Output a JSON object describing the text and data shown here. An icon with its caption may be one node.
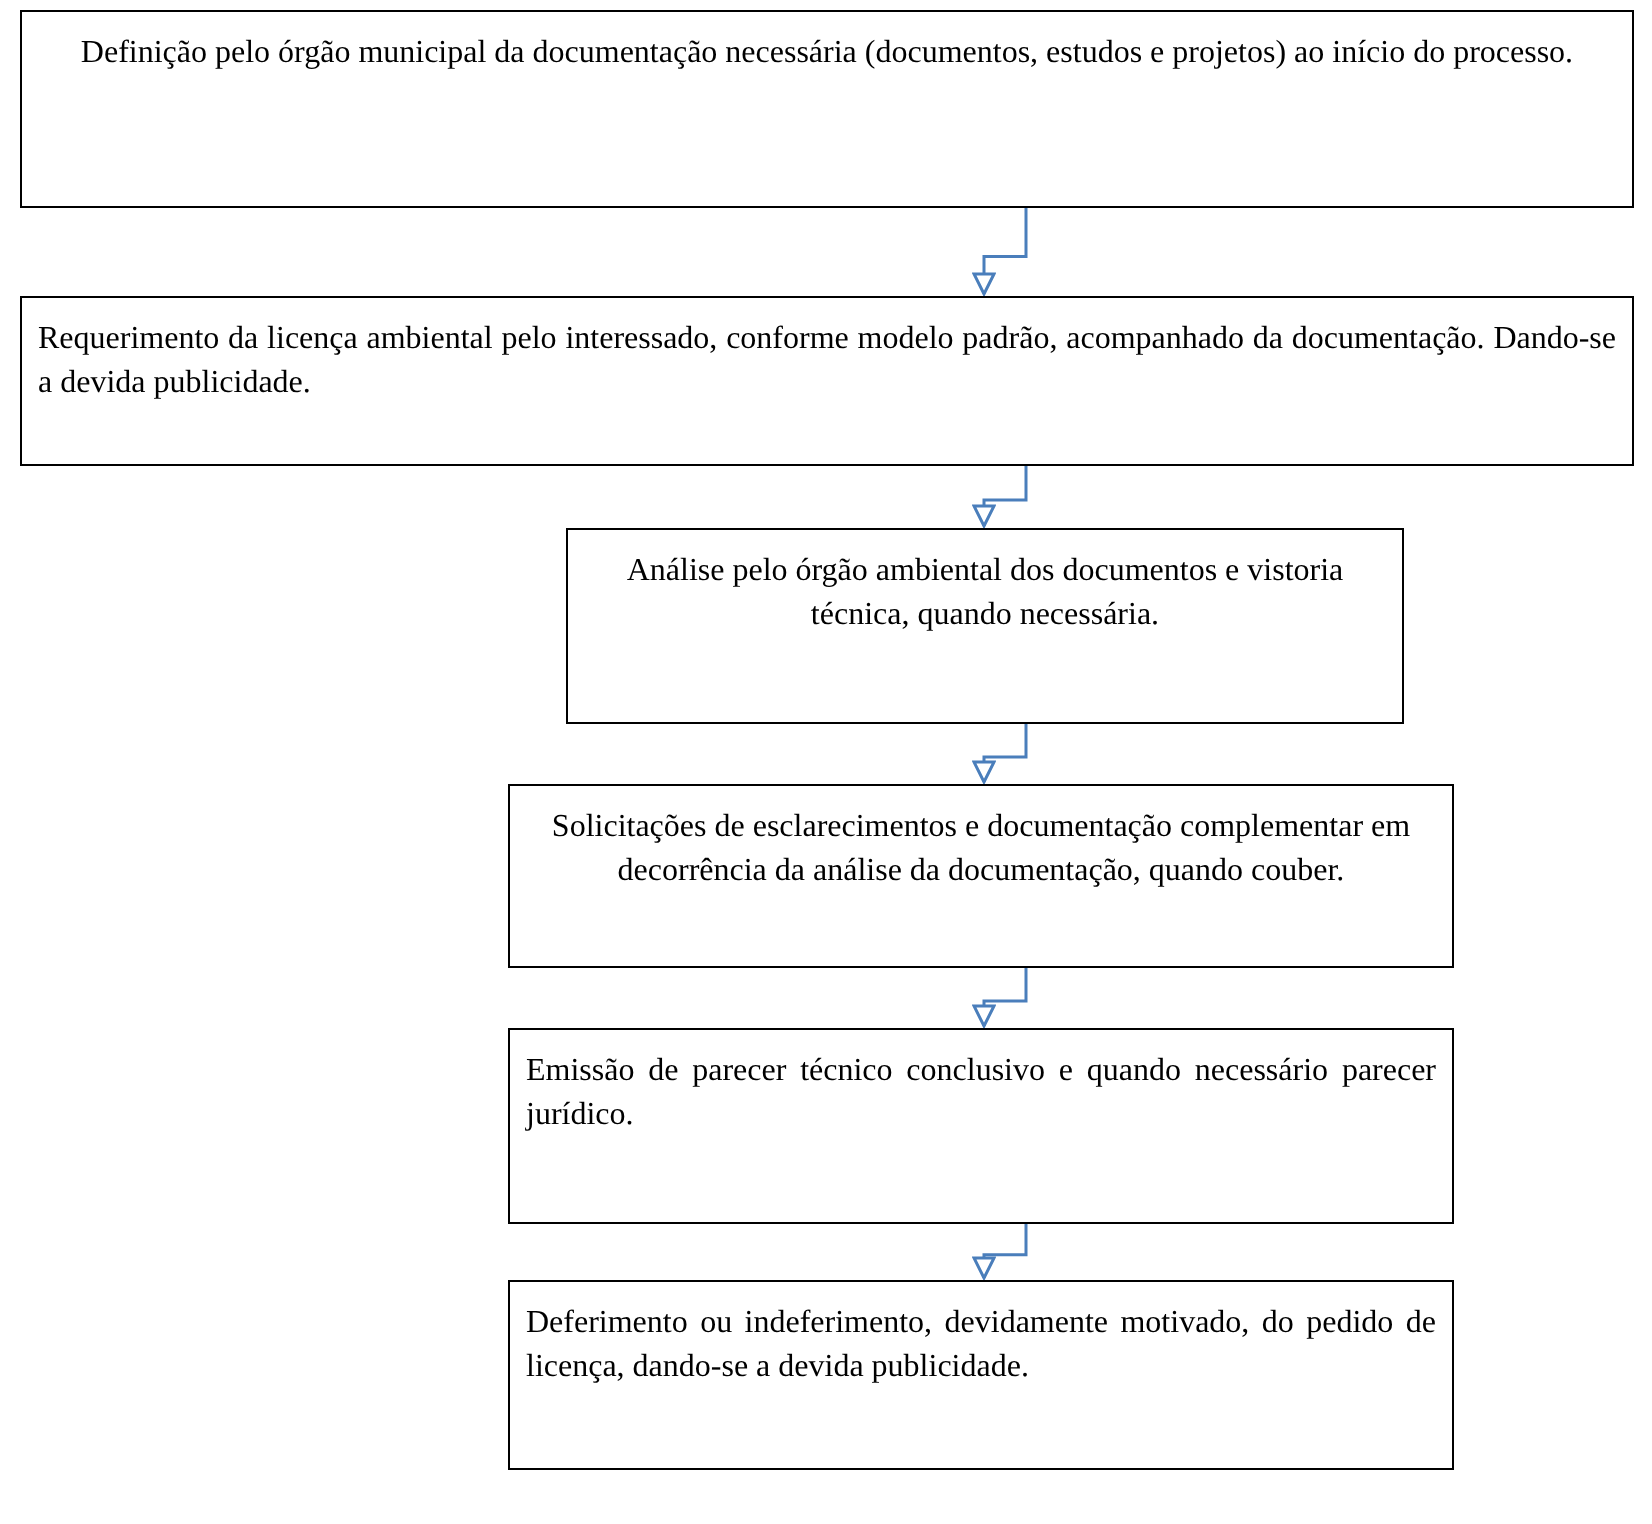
{
  "diagram": {
    "nodes": [
      {
        "text": [
          "Definição pelo órgão municipal da documentação necessária (documentos, estudos e projetos) ao início do processo."
        ]
      },
      {
        "text": [
          "Requerimento da licença ambiental pelo interessado, conforme modelo padrão, acompanhado da documentação. Dando-se a devida publicidade."
        ]
      },
      {
        "text": [
          "Análise pelo órgão ambiental dos documentos e vistoria técnica, quando necessária."
        ]
      },
      {
        "text": [
          "Solicitações de esclarecimentos e documentação complementar em decorrência da análise da documentação, quando couber."
        ]
      },
      {
        "text": [
          "Emissão de parecer técnico conclusivo e quando necessário parecer jurídico."
        ]
      },
      {
        "text": [
          "Deferimento ou indeferimento, devidamente motivado, do pedido de licença, dando-se a devida publicidade."
        ]
      }
    ],
    "edges": [
      {
        "from": 0,
        "to": 1,
        "arrow": "to"
      },
      {
        "from": 1,
        "to": 2,
        "arrow": "to"
      },
      {
        "from": 2,
        "to": 3,
        "arrow": "to"
      },
      {
        "from": 3,
        "to": 4,
        "arrow": "to"
      },
      {
        "from": 4,
        "to": 5,
        "arrow": "to"
      }
    ]
  }
}
